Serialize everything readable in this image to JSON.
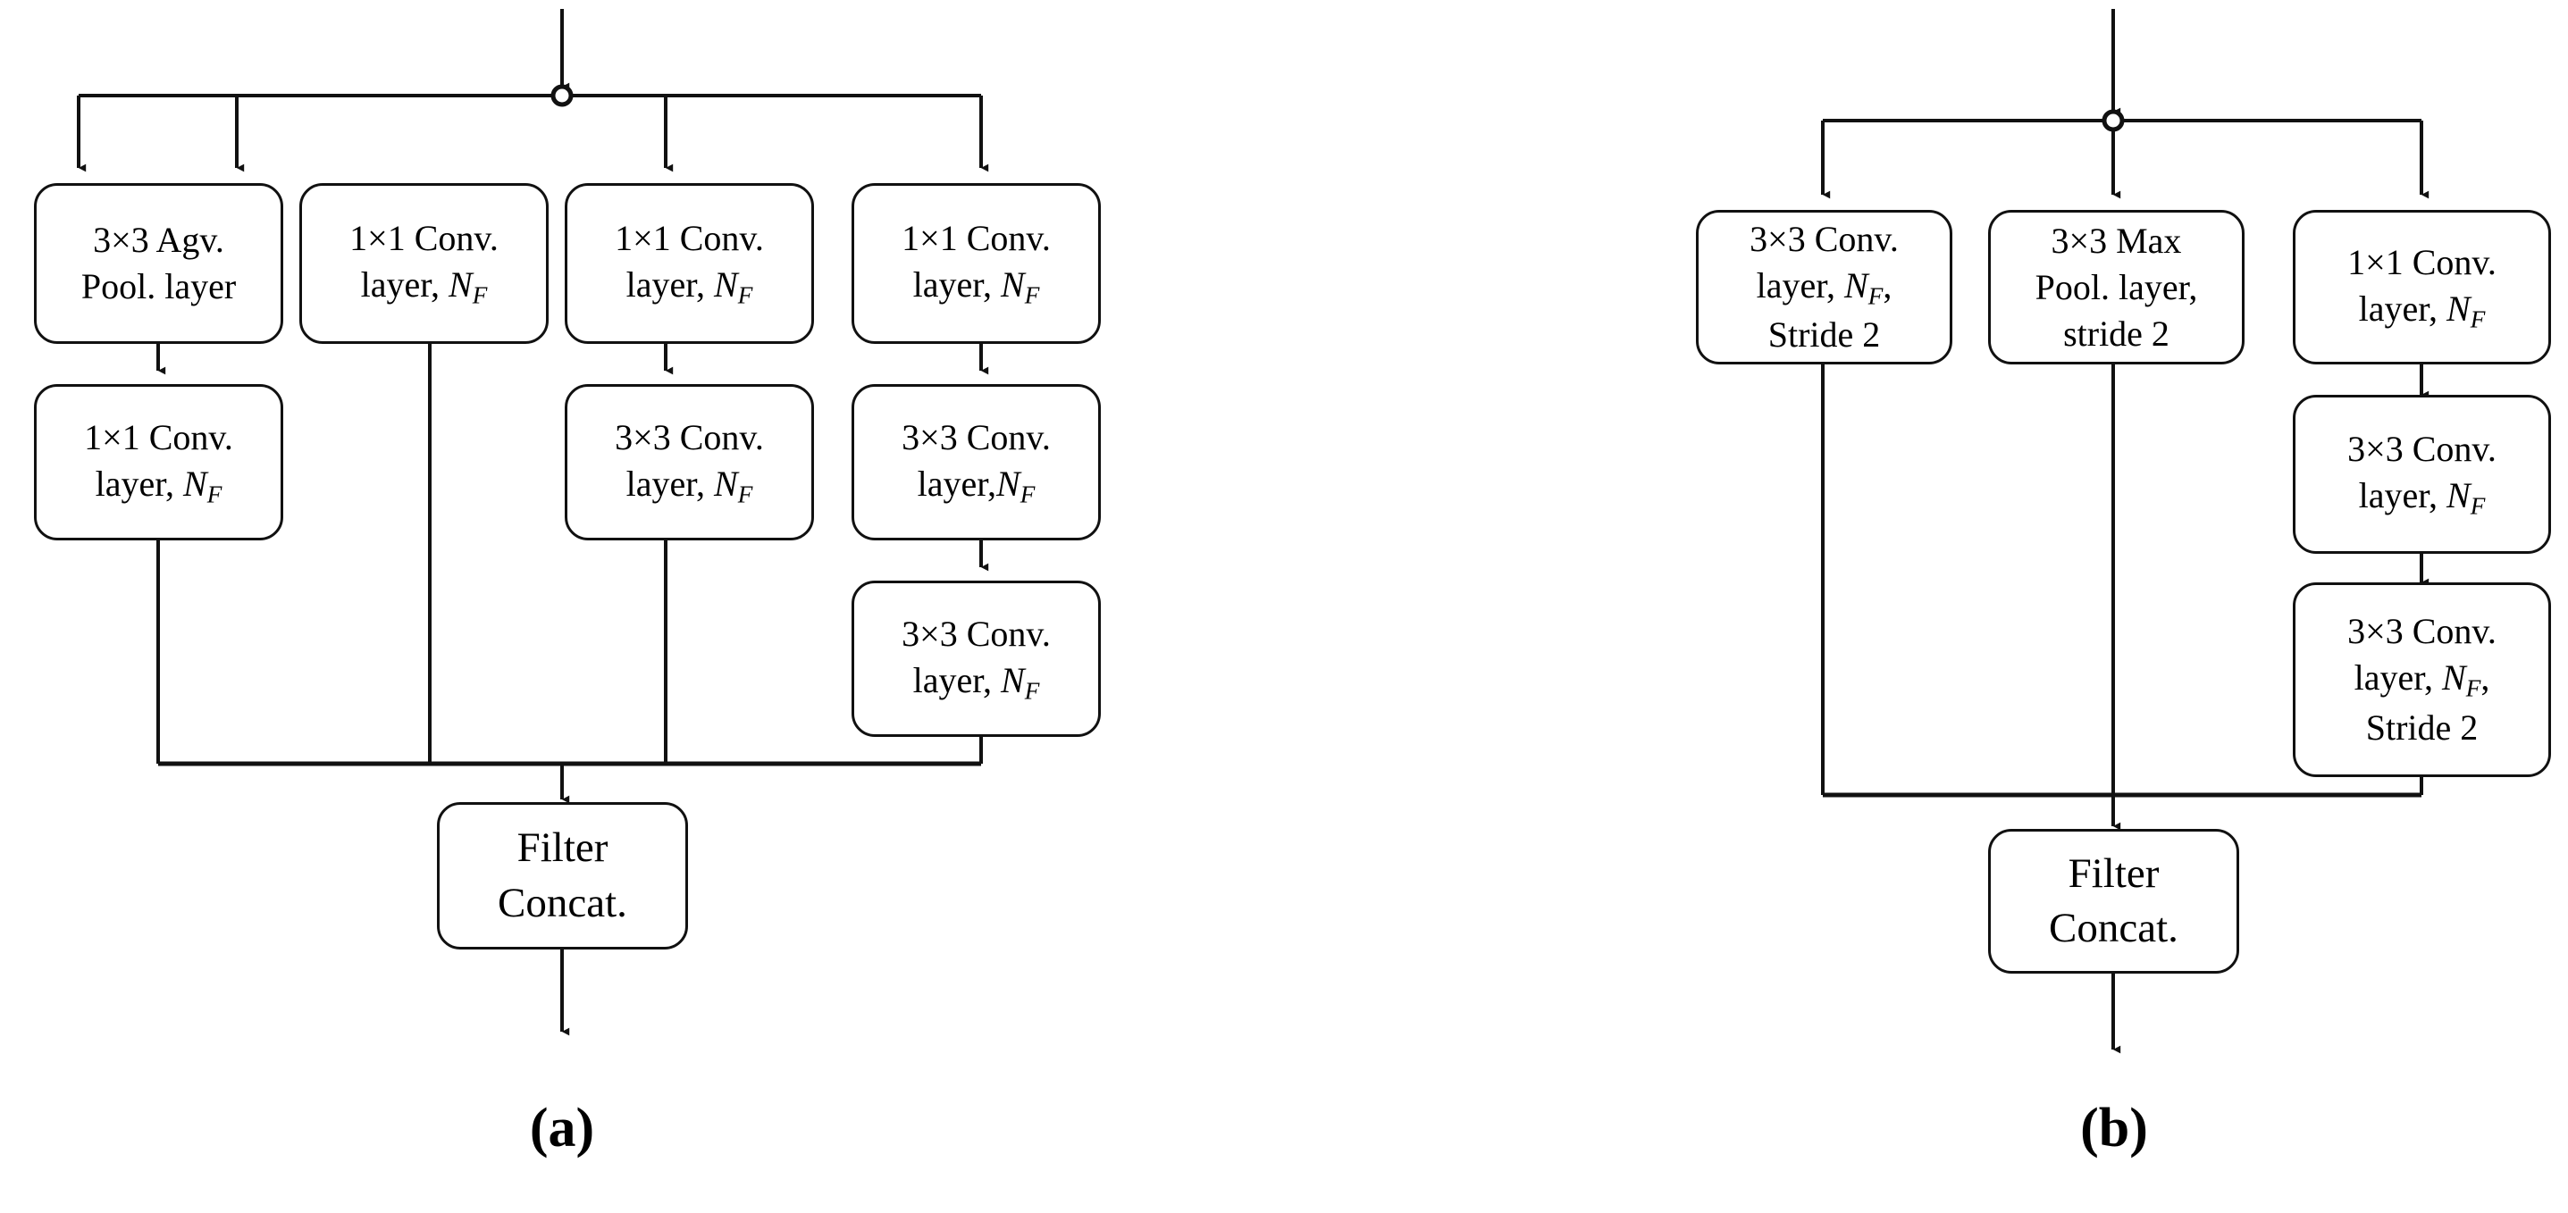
{
  "figure": {
    "type": "diagram",
    "description": "Two inception-style convolutional block diagrams",
    "line_color": "#111111",
    "background": "#ffffff",
    "text_color": "#000000"
  },
  "panels": [
    {
      "id": "a",
      "label": "(a)",
      "split_node": "split-junction-circle",
      "branches": [
        {
          "id": "branch-a1",
          "nodes": [
            {
              "lines": [
                "3×3  Agv.",
                "Pool. layer"
              ]
            },
            {
              "lines": [
                "1×1 Conv.",
                "layer, N_F"
              ]
            }
          ]
        },
        {
          "id": "branch-a2",
          "nodes": [
            {
              "lines": [
                "1×1 Conv.",
                "layer, N_F"
              ]
            }
          ]
        },
        {
          "id": "branch-a3",
          "nodes": [
            {
              "lines": [
                "1×1 Conv.",
                "layer, N_F"
              ]
            },
            {
              "lines": [
                "3×3 Conv.",
                "layer, N_F"
              ]
            }
          ]
        },
        {
          "id": "branch-a4",
          "nodes": [
            {
              "lines": [
                "1×1 Conv.",
                "layer, N_F"
              ]
            },
            {
              "lines": [
                "3×3 Conv.",
                "layer,N_F"
              ]
            },
            {
              "lines": [
                "3×3 Conv.",
                "layer, N_F"
              ]
            }
          ]
        }
      ],
      "merge_node": {
        "lines": [
          "Filter",
          "Concat."
        ]
      }
    },
    {
      "id": "b",
      "label": "(b)",
      "split_node": "split-junction-circle",
      "branches": [
        {
          "id": "branch-b1",
          "nodes": [
            {
              "lines": [
                "3×3 Conv.",
                "layer, N_F,",
                "Stride 2"
              ]
            }
          ]
        },
        {
          "id": "branch-b2",
          "nodes": [
            {
              "lines": [
                "3×3 Max",
                "Pool. layer,",
                "stride 2"
              ]
            }
          ]
        },
        {
          "id": "branch-b3",
          "nodes": [
            {
              "lines": [
                "1×1 Conv.",
                "layer, N_F"
              ]
            },
            {
              "lines": [
                "3×3 Conv.",
                "layer, N_F"
              ]
            },
            {
              "lines": [
                "3×3 Conv.",
                "layer, N_F,",
                "Stride 2"
              ]
            }
          ]
        }
      ],
      "merge_node": {
        "lines": [
          "Filter",
          "Concat."
        ]
      }
    }
  ],
  "boxes": {
    "a_r1c1_l1": "3×3  Agv.",
    "a_r1c1_l2": "Pool. layer",
    "a_r1c2_l1": "1×1 Conv.",
    "a_r1c2_l2pre": "layer, ",
    "a_r1c3_l1": "1×1 Conv.",
    "a_r1c4_l1": "1×1 Conv.",
    "a_r2c1_l1": "1×1 Conv.",
    "a_r2c3_l1": "3×3 Conv.",
    "a_r2c4_l1": "3×3 Conv.",
    "a_r2c4_l2pre": "layer,",
    "a_r3c4_l1": "3×3 Conv.",
    "a_concat_l1": "Filter",
    "a_concat_l2": "Concat.",
    "b_r1c1_l1": "3×3 Conv.",
    "b_r1c1_l2pre": "layer, ",
    "b_r1c1_l2post": ",",
    "b_r1c1_l3": "Stride 2",
    "b_r1c2_l1": "3×3 Max",
    "b_r1c2_l2": "Pool. layer,",
    "b_r1c2_l3": "stride 2",
    "b_r1c3_l1": "1×1 Conv.",
    "b_r2c3_l1": "3×3 Conv.",
    "b_r3c3_l1": "3×3 Conv.",
    "b_r3c3_l3": "Stride 2",
    "b_concat_l1": "Filter",
    "b_concat_l2": "Concat.",
    "layer_prefix": "layer, ",
    "layer_prefix_tight": "layer,",
    "comma": ",",
    "N": "N",
    "F": "F"
  },
  "labels": {
    "panel_a": "(a)",
    "panel_b": "(b)"
  }
}
